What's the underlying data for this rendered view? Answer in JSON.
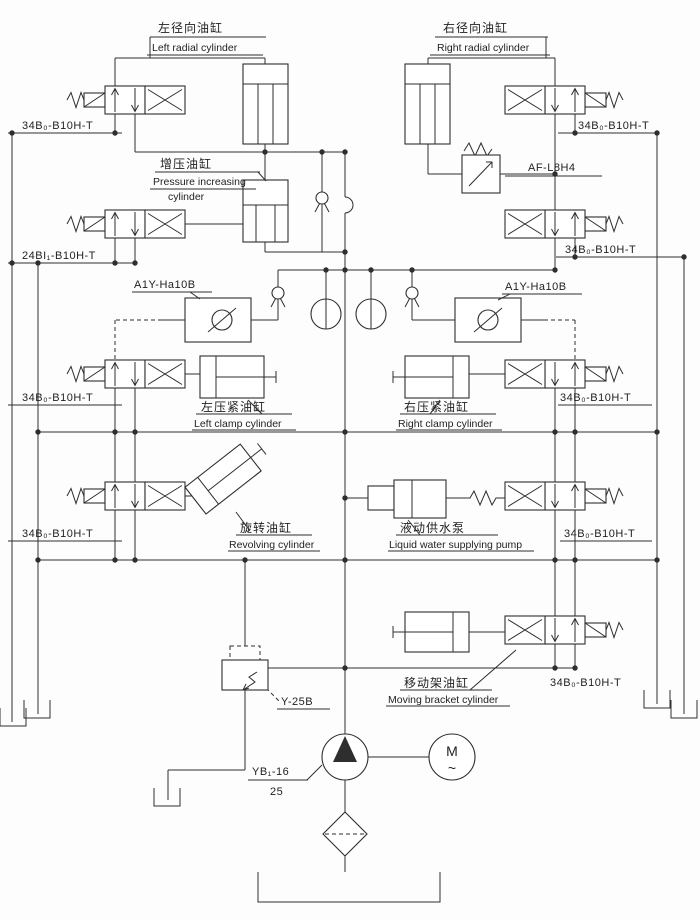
{
  "page": {
    "background": "#ffffff",
    "ink": "#2e2e2e"
  },
  "components": {
    "left_radial": {
      "cn": "左径向油缸",
      "en": "Left radial cylinder",
      "valve_model": "34B₀-B10H-T"
    },
    "right_radial": {
      "cn": "右径向油缸",
      "en": "Right radial cylinder",
      "valve_model": "34B₀-B10H-T"
    },
    "pressure_increasing": {
      "cn": "增压油缸",
      "en1": "Pressure increasing",
      "en2": "cylinder",
      "valve_model": "24BI₁-B10H-T"
    },
    "air_valve": {
      "model": "AF-L8H4"
    },
    "right_row2_valve": {
      "valve_model": "34B₀-B10H-T"
    },
    "pilot_check_left": {
      "model": "A1Y-Ha10B"
    },
    "pilot_check_right": {
      "model": "A1Y-Ha10B"
    },
    "left_clamp": {
      "cn": "左压紧油缸",
      "en": "Left clamp cylinder",
      "valve_model": "34B₀-B10H-T"
    },
    "right_clamp": {
      "cn": "右压紧油缸",
      "en": "Right clamp cylinder",
      "valve_model": "34B₀-B10H-T"
    },
    "revolving": {
      "cn": "旋转油缸",
      "en": "Revolving cylinder",
      "valve_model": "34B₀-B10H-T"
    },
    "water_pump": {
      "cn": "液动供水泵",
      "en": "Liquid water supplying pump",
      "valve_model": "34B₀-B10H-T"
    },
    "moving_bracket": {
      "cn": "移动架油缸",
      "en": "Moving bracket cylinder",
      "valve_model": "34B₀-B10H-T"
    },
    "pressure_relay": {
      "model": "Y-25B"
    },
    "main_pump": {
      "model": "YB₁-16",
      "size": "25"
    },
    "motor": {
      "label": "M",
      "wave": "~"
    }
  }
}
